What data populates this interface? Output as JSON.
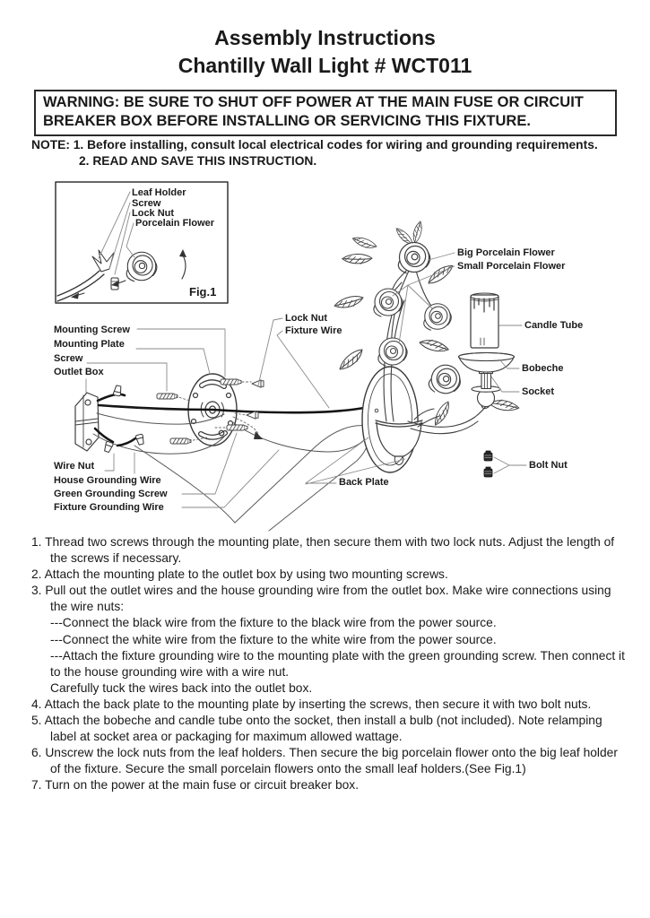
{
  "header": {
    "title_line1": "Assembly Instructions",
    "title_line2": "Chantilly Wall Light # WCT011"
  },
  "warning": {
    "text": "WARNING: BE SURE TO SHUT OFF POWER AT THE MAIN FUSE OR CIRCUIT BREAKER BOX BEFORE INSTALLING OR SERVICING THIS FIXTURE."
  },
  "note": {
    "line1": "NOTE: 1. Before installing, consult local electrical codes for wiring and grounding requirements.",
    "line2": "2. READ AND SAVE THIS INSTRUCTION."
  },
  "figure1": {
    "caption": "Fig.1",
    "labels": {
      "leaf_holder": "Leaf Holder",
      "screw": "Screw",
      "lock_nut": "Lock Nut",
      "porcelain_flower": "Porcelain Flower"
    }
  },
  "diagram_labels": {
    "mounting_screw": "Mounting Screw",
    "mounting_plate": "Mounting Plate",
    "screw": "Screw",
    "outlet_box": "Outlet Box",
    "wire_nut": "Wire Nut",
    "house_grounding_wire": "House Grounding Wire",
    "green_grounding_screw": "Green Grounding Screw",
    "fixture_grounding_wire": "Fixture Grounding Wire",
    "lock_nut": "Lock Nut",
    "fixture_wire": "Fixture Wire",
    "big_porcelain_flower": "Big Porcelain Flower",
    "small_porcelain_flower": "Small Porcelain Flower",
    "candle_tube": "Candle Tube",
    "bobeche": "Bobeche",
    "socket": "Socket",
    "bolt_nut": "Bolt Nut",
    "back_plate": "Back Plate"
  },
  "instructions": {
    "items": [
      {
        "number": "1.",
        "text": "Thread two screws through the mounting plate, then secure them with two lock nuts. Adjust the length of the screws if necessary."
      },
      {
        "number": "2.",
        "text": "Attach the mounting plate to the outlet box by using two mounting screws."
      },
      {
        "number": "3.",
        "text": "Pull out the outlet wires and the house grounding wire from the outlet box. Make wire connections using the wire nuts:",
        "subs": [
          "---Connect the black wire from the fixture to the black wire from the power source.",
          "---Connect the white wire from the fixture to the white wire from the power source.",
          "---Attach the fixture grounding wire to the mounting plate with the green grounding screw. Then connect it to the house grounding wire with a wire nut.",
          "Carefully tuck the wires back into the outlet box."
        ]
      },
      {
        "number": "4.",
        "text": "Attach the back plate to the mounting plate by inserting the screws, then secure it with two bolt nuts."
      },
      {
        "number": "5.",
        "text": "Attach the bobeche and candle tube onto the socket, then install a bulb (not included). Note relamping label at socket area or packaging for maximum allowed wattage."
      },
      {
        "number": "6.",
        "text": "Unscrew the lock nuts from the leaf holders. Then secure the big porcelain flower onto the big leaf holder of the fixture. Secure the small porcelain flowers onto the small leaf holders.(See Fig.1)"
      },
      {
        "number": "7.",
        "text": "Turn on the power at the main fuse or circuit breaker box."
      }
    ]
  },
  "colors": {
    "ink": "#1a1a1a",
    "line": "#404040",
    "leader": "#8a8a8a"
  }
}
